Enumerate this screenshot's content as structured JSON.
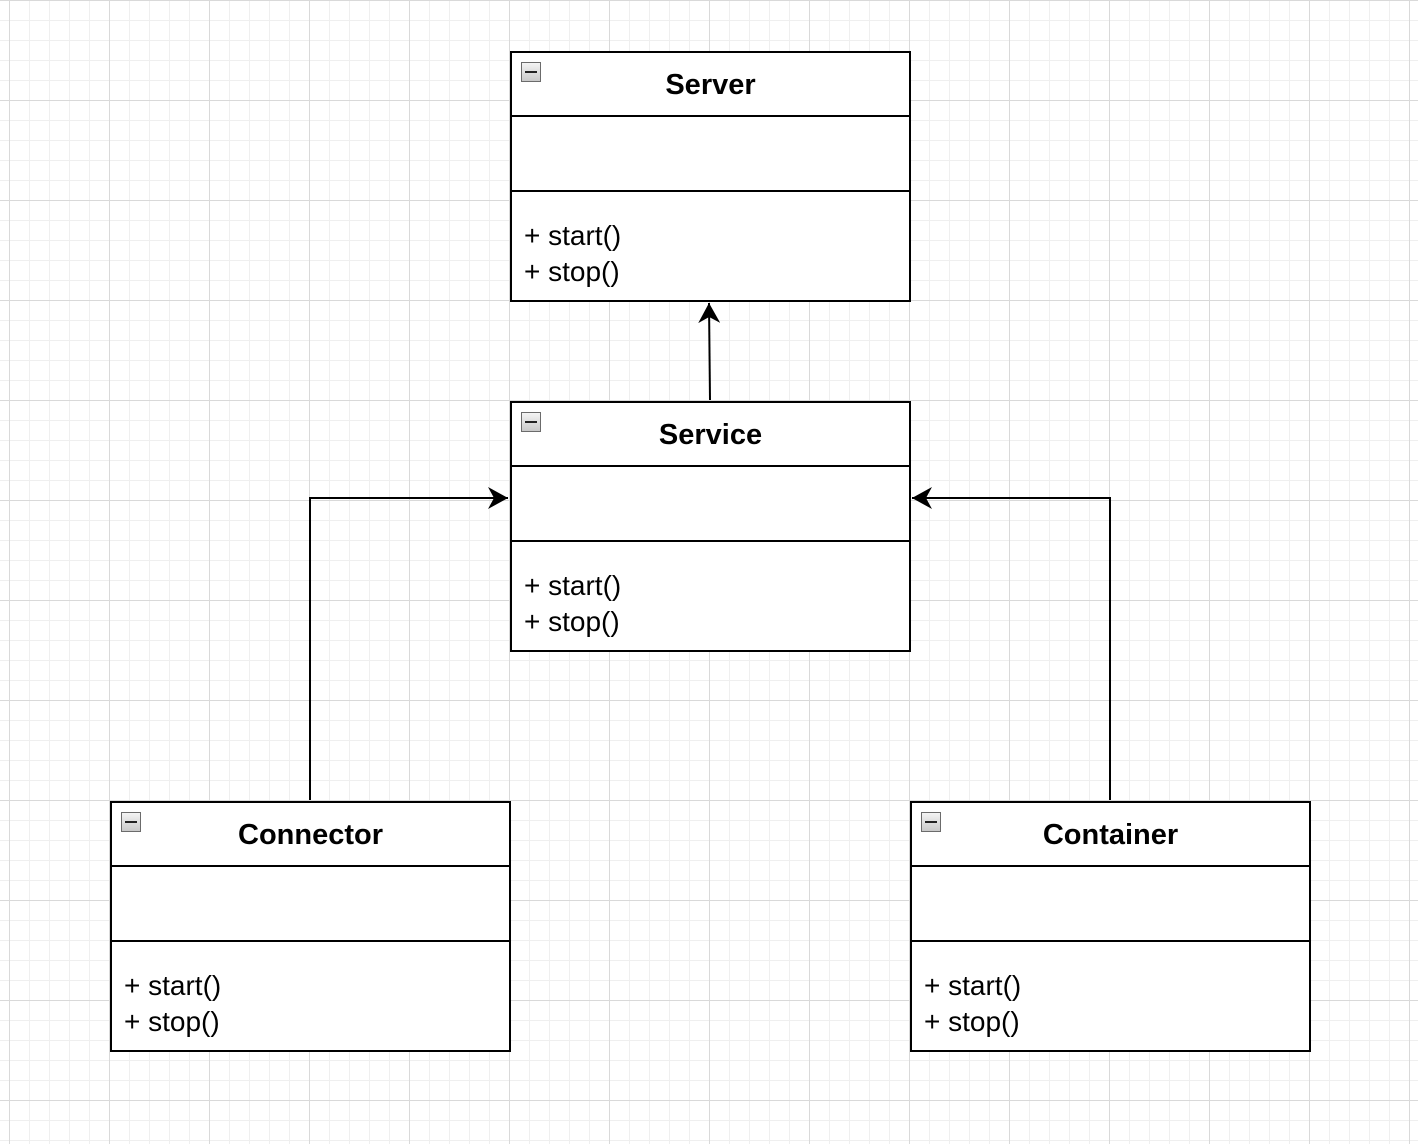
{
  "canvas": {
    "grid": true,
    "grid_color": "#d9d9d9",
    "background": "#ffffff"
  },
  "classes": {
    "server": {
      "name": "Server",
      "attributes": [],
      "methods": [
        "+ start()",
        "+ stop()"
      ]
    },
    "service": {
      "name": "Service",
      "attributes": [],
      "methods": [
        "+ start()",
        "+ stop()"
      ]
    },
    "connector": {
      "name": "Connector",
      "attributes": [],
      "methods": [
        "+ start()",
        "+ stop()"
      ]
    },
    "container": {
      "name": "Container",
      "attributes": [],
      "methods": [
        "+ start()",
        "+ stop()"
      ]
    }
  },
  "edges": [
    {
      "from": "Service",
      "to": "Server",
      "arrow": "open"
    },
    {
      "from": "Connector",
      "to": "Service",
      "arrow": "open"
    },
    {
      "from": "Container",
      "to": "Service",
      "arrow": "open"
    }
  ],
  "colors": {
    "line": "#000000",
    "box_fill": "#ffffff"
  }
}
